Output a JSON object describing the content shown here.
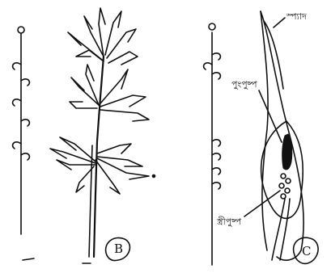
{
  "labels": {
    "panel_b": "B",
    "panel_c": "C",
    "spathe": "স্প্যাদ",
    "male_flower": "পুংপুষ্প",
    "female_flower": "স্ত্রীপুষ্প"
  }
}
